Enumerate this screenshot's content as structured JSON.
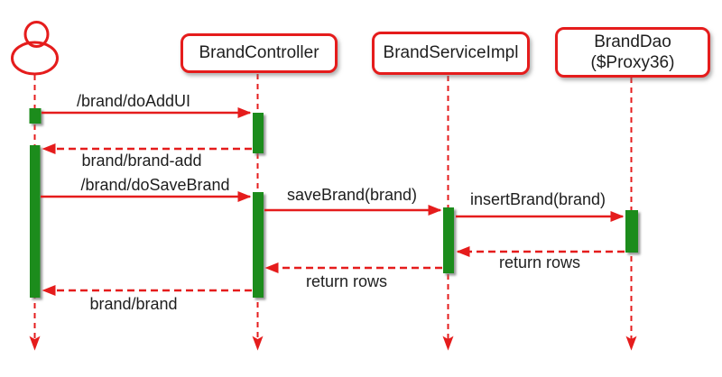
{
  "colors": {
    "arrow_red": "#e51c1c",
    "activation_green": "#1d8c1d",
    "text_black": "#1e1e1e",
    "background": "#ffffff"
  },
  "diagram": {
    "actor": {
      "description": "user stick figure"
    },
    "participants": [
      {
        "id": "controller",
        "label": "BrandController"
      },
      {
        "id": "service",
        "label": "BrandServiceImpl"
      },
      {
        "id": "dao",
        "label": "BrandDao",
        "label2": "($Proxy36)"
      }
    ],
    "messages": [
      {
        "label": "/brand/doAddUI",
        "from": "actor",
        "to": "controller",
        "style": "solid"
      },
      {
        "label": "brand/brand-add",
        "from": "controller",
        "to": "actor",
        "style": "dashed"
      },
      {
        "label": "/brand/doSaveBrand",
        "from": "actor",
        "to": "controller",
        "style": "solid"
      },
      {
        "label": "saveBrand(brand)",
        "from": "controller",
        "to": "service",
        "style": "solid"
      },
      {
        "label": "insertBrand(brand)",
        "from": "service",
        "to": "dao",
        "style": "solid"
      },
      {
        "label": "return rows",
        "from": "dao",
        "to": "service",
        "style": "dashed"
      },
      {
        "label": "return rows",
        "from": "service",
        "to": "controller",
        "style": "dashed"
      },
      {
        "label": "brand/brand",
        "from": "controller",
        "to": "actor",
        "style": "dashed"
      }
    ]
  }
}
